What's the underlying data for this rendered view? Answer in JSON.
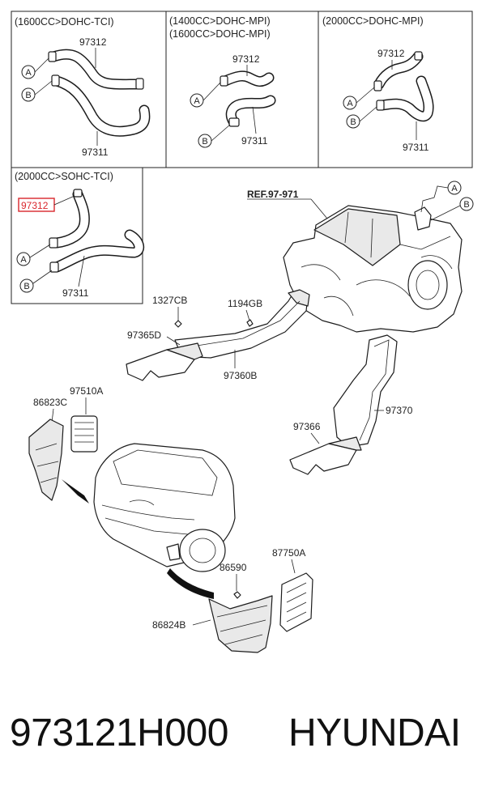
{
  "diagram": {
    "panels": {
      "tl_header": "(1600CC>DOHC-TCI)",
      "tm_header_1": "(1400CC>DOHC-MPI)",
      "tm_header_2": "(1600CC>DOHC-MPI)",
      "tr_header": "(2000CC>DOHC-MPI)",
      "bl_header": "(2000CC>SOHC-TCI)"
    },
    "callouts": {
      "hose_upper": "97312",
      "hose_lower": "97311",
      "hose_upper_highlighted": "97312",
      "marker_a": "A",
      "marker_b": "B"
    },
    "parts": {
      "ref": "REF.97-971",
      "p1327cb": "1327CB",
      "p1194gb": "1194GB",
      "p97365d": "97365D",
      "p97360b": "97360B",
      "p97370": "97370",
      "p97366": "97366",
      "p86823c": "86823C",
      "p97510a": "97510A",
      "p86590": "86590",
      "p87750a": "87750A",
      "p86824b": "86824B"
    },
    "highlight_color": "#d9262c"
  },
  "caption": {
    "part_number": "973121H000",
    "brand": "HYUNDAI"
  }
}
